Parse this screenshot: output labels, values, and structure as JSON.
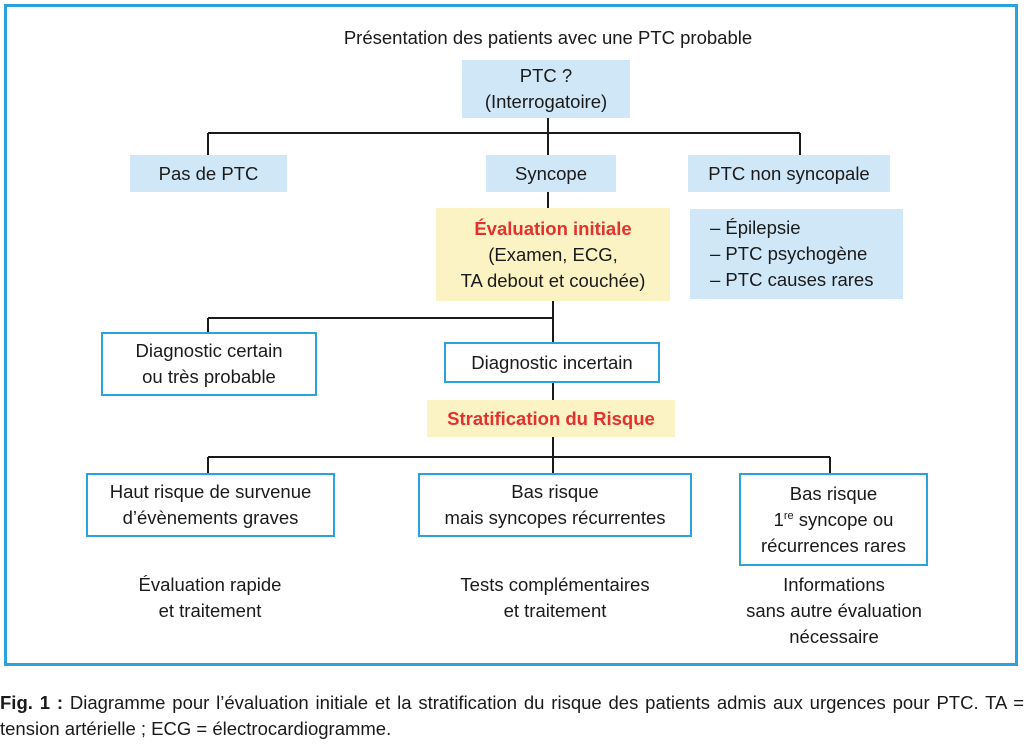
{
  "diagram": {
    "title": "Présentation des patients avec une PTC probable",
    "root": {
      "line1": "PTC ?",
      "line2": "(Interrogatoire)"
    },
    "level1": {
      "left": "Pas de PTC",
      "middle": "Syncope",
      "right": "PTC non  syncopale"
    },
    "right_list": [
      "– Épilepsie",
      "– PTC psychogène",
      "– PTC causes rares"
    ],
    "initial_eval": {
      "title": "Évaluation initiale",
      "line2": "(Examen, ECG,",
      "line3": "TA debout et couchée)"
    },
    "diag_certain": {
      "line1": "Diagnostic certain",
      "line2": "ou très probable"
    },
    "diag_uncertain": "Diagnostic incertain",
    "risk_strat": "Stratification du Risque",
    "outcomes": {
      "high": {
        "line1": "Haut risque de survenue",
        "line2": "d’évènements graves"
      },
      "low_recurrent": {
        "line1": "Bas risque",
        "line2": "mais syncopes récurrentes"
      },
      "low_first": {
        "line1": "Bas risque",
        "ordinal": "1",
        "ordinal_sup": "re",
        "line2_rest": " syncope ou",
        "line3": "récurrences rares"
      }
    },
    "actions": {
      "high": {
        "line1": "Évaluation rapide",
        "line2": "et traitement"
      },
      "low_recurrent": {
        "line1": "Tests complémentaires",
        "line2": "et traitement"
      },
      "low_first": {
        "line1": "Informations",
        "line2": "sans autre évaluation",
        "line3": "nécessaire"
      }
    },
    "colors": {
      "frame_border": "#2aa3dc",
      "light_blue_fill": "#cfe7f7",
      "yellow_fill": "#fbf3c3",
      "red_text": "#e2312f"
    }
  },
  "caption": {
    "label": "Fig. 1 :",
    "text": " Diagramme pour l’évaluation initiale et la stratification du risque des patients admis aux urgences pour PTC. TA = tension artérielle ; ECG = électrocardiogramme."
  }
}
